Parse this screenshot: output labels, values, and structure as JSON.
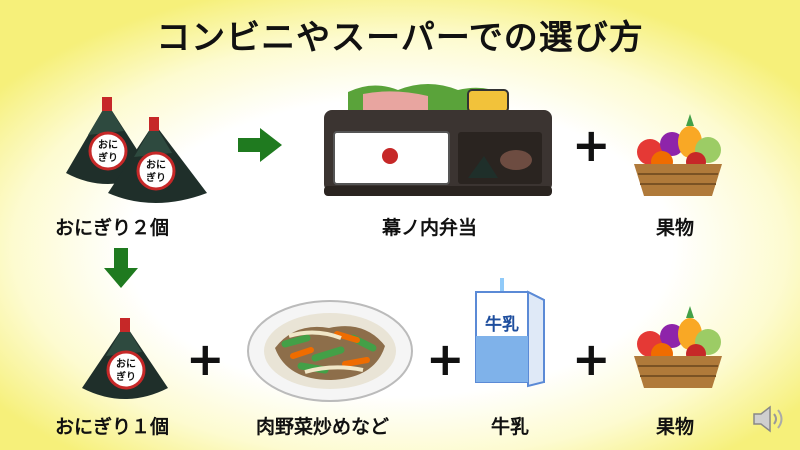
{
  "title": "コンビニやスーパーでの選び方",
  "row1": {
    "item1_label": "おにぎり２個",
    "item2_label": "幕ノ内弁当",
    "item3_label": "果物",
    "plus": "+"
  },
  "row2": {
    "item1_label": "おにぎり１個",
    "item2_label": "肉野菜炒めなど",
    "item3_label": "牛乳",
    "item4_label": "果物",
    "plus": "+"
  },
  "onigiri_text_top": "おに",
  "onigiri_text_bottom": "ぎり",
  "milk_text": "牛乳",
  "colors": {
    "arrow": "#1f7a1f",
    "nori": "#1f2f2a",
    "background_edge": "#f6f07a"
  }
}
